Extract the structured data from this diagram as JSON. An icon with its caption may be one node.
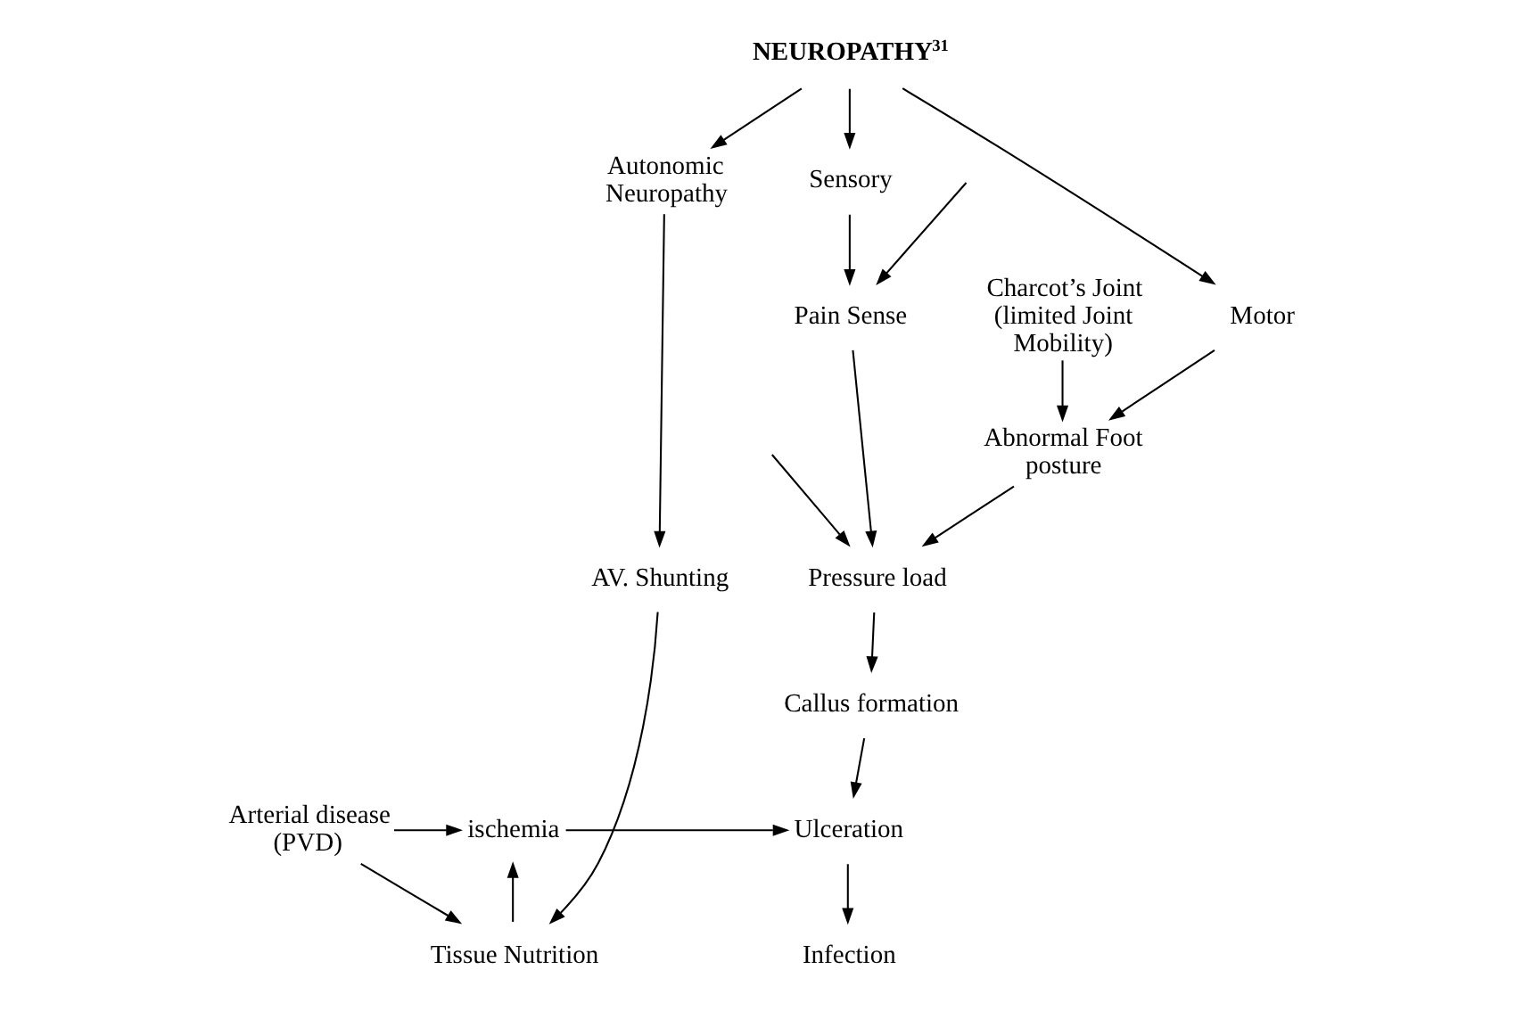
{
  "diagram": {
    "nodes": [
      {
        "text": [
          "NEUROPATHY$^{31}$"
        ]
      },
      {
        "text": [
          "Motor"
        ]
      },
      {
        "text": [
          "Sensory"
        ]
      },
      {
        "text": [
          "Autonomic Neuropathy"
        ]
      },
      {
        "text": [
          "Abnormal Foot posture"
        ]
      },
      {
        "text": [
          "Charcot’s Joint (limited Joint Mobility)"
        ]
      },
      {
        "text": [
          "Pain Sense"
        ]
      },
      {
        "text": [
          "Pressure load"
        ]
      },
      {
        "text": [
          "Callus formation"
        ]
      },
      {
        "text": [
          "AV. Shunting"
        ]
      },
      {
        "text": [
          "Tissue Nutrition"
        ]
      },
      {
        "text": [
          "ischemia"
        ]
      },
      {
        "text": [
          "Arterial disease (PVD)"
        ]
      },
      {
        "text": [
          "Ulceration"
        ]
      },
      {
        "text": [
          "Infection"
        ]
      }
    ],
    "edges": [
      {
        "from": 0,
        "to": 1,
        "arrow": "to"
      },
      {
        "from": 0,
        "to": 2,
        "arrow": "to"
      },
      {
        "from": 0,
        "to": 3,
        "arrow": "to"
      },
      {
        "from": 1,
        "to": 4,
        "arrow": "to"
      },
      {
        "from": 5,
        "to": 4,
        "arrow": "to"
      },
      {
        "from": 4,
        "to": 7,
        "arrow": "to"
      },
      {
        "from": 2,
        "to": 6,
        "arrow": "to"
      },
      {
        "from": null,
        "to": 6,
        "arrow": "to"
      },
      {
        "from": null,
        "to": 7,
        "arrow": "to"
      },
      {
        "from": 6,
        "to": 7,
        "arrow": "to"
      },
      {
        "from": 7,
        "to": 8,
        "arrow": "to"
      },
      {
        "from": 8,
        "to": 13,
        "arrow": "to"
      },
      {
        "from": 3,
        "to": 9,
        "arrow": "to"
      },
      {
        "from": 9,
        "to": 10,
        "arrow": "to"
      },
      {
        "from": 10,
        "to": 11,
        "arrow": "to"
      },
      {
        "from": 12,
        "to": 10,
        "arrow": "to"
      },
      {
        "from": 12,
        "to": 11,
        "arrow": "to"
      },
      {
        "from": 11,
        "to": 13,
        "arrow": "to"
      },
      {
        "from": 13,
        "to": 14,
        "arrow": "to"
      }
    ]
  }
}
